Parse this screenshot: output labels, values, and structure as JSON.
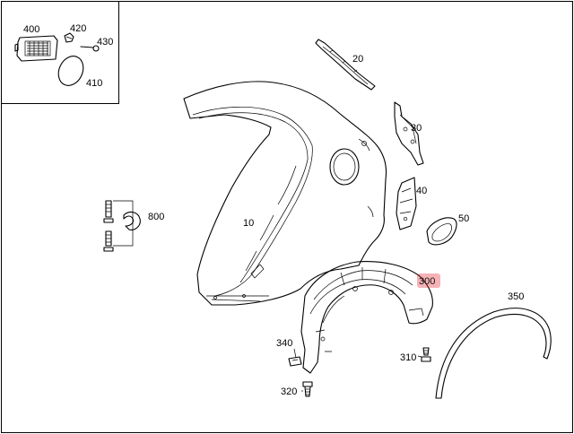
{
  "diagram": {
    "colors": {
      "line": "#000000",
      "background": "#ffffff",
      "highlight": "#e3262e"
    },
    "callouts": {
      "c400": "400",
      "c420": "420",
      "c430": "430",
      "c410": "410",
      "c20": "20",
      "c30": "30",
      "c40": "40",
      "c50": "50",
      "c10": "10",
      "c800": "800",
      "c300": "300",
      "c350": "350",
      "c340": "340",
      "c310": "310",
      "c320": "320"
    },
    "highlighted_callout": "300"
  }
}
